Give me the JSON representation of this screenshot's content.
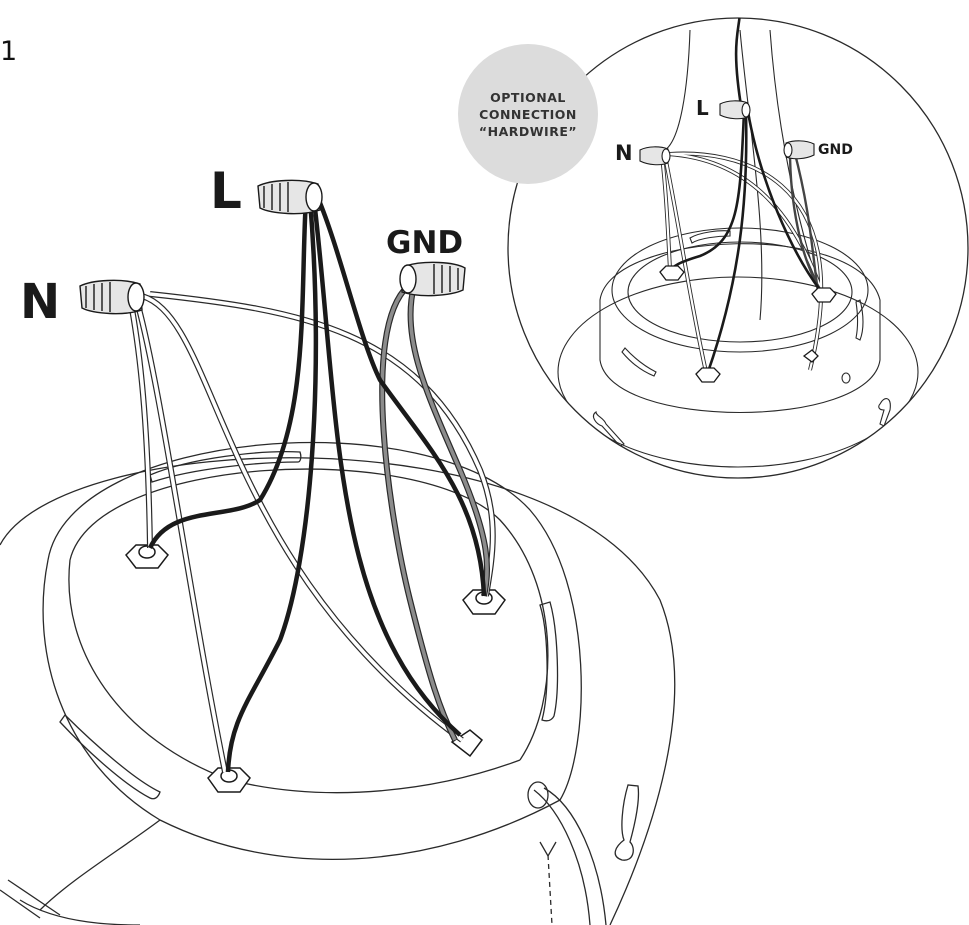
{
  "step_number": "1",
  "main_labels": {
    "live": "L",
    "neutral": "N",
    "ground": "GND"
  },
  "inset_labels": {
    "live": "L",
    "neutral": "N",
    "ground": "GND"
  },
  "badge": {
    "line1": "OPTIONAL",
    "line2": "CONNECTION",
    "line3": "“HARDWIRE”"
  },
  "colors": {
    "live_wire": "#1a1a1a",
    "neutral_wire": "#ffffff",
    "ground_wire": "#8c8c8c",
    "badge_bg": "#dcdcdc",
    "outline": "#2a2a2a"
  }
}
